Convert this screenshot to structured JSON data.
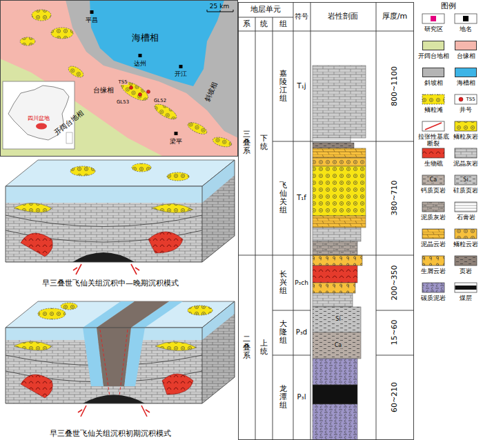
{
  "diagram": {
    "labels": [
      "25 km",
      "平昌",
      "海槽相",
      "达州",
      "开江",
      "台缘相",
      "斜坡相",
      "开阔台地相",
      "梁平",
      "TS5",
      "GL52",
      "GL53",
      "四川盆地",
      "早三叠世飞仙关组沉积中—晚期沉积模式",
      "早三叠世飞仙关组沉积初期沉积模式",
      "地层单元",
      "系",
      "统",
      "组",
      "符号",
      "岩性剖面",
      "厚度/m",
      "三叠系",
      "下统",
      "嘉陵江组",
      "T₁j",
      "800~1100",
      "飞仙关组",
      "T₁f",
      "380~710",
      "二叠系",
      "上统",
      "长兴组",
      "P₃ch",
      "200~350",
      "大隆组",
      "P₃d",
      "15~60",
      "龙潭组",
      "P₃l",
      "60~210",
      "图例",
      "TS5",
      "Ca",
      "Si",
      "Si",
      "Ca"
    ],
    "legend": [
      {
        "text": "研究区",
        "color": "#e4007f"
      },
      {
        "text": "地名",
        "color": "#000000"
      },
      {
        "text": "开阔台地相",
        "color": "#d9e4a4"
      },
      {
        "text": "台缘相",
        "color": "#f5b7ad"
      },
      {
        "text": "斜坡相",
        "color": "#b4b4b4"
      },
      {
        "text": "海槽相",
        "color": "#3db4e6"
      },
      {
        "text": "鲕粒滩"
      },
      {
        "text": "井号"
      },
      {
        "text": "拉张性基底断裂"
      },
      {
        "text": "鲕粒灰岩"
      },
      {
        "text": "生物礁"
      },
      {
        "text": "泥晶灰岩"
      },
      {
        "text": "钙质页岩"
      },
      {
        "text": "硅质页岩"
      },
      {
        "text": "泥质灰岩"
      },
      {
        "text": "石膏岩"
      },
      {
        "text": "泥晶云岩"
      },
      {
        "text": "鲕粒云岩"
      },
      {
        "text": "生屑云岩"
      },
      {
        "text": "页岩"
      },
      {
        "text": "碳质泥岩"
      },
      {
        "text": "煤层"
      }
    ]
  }
}
